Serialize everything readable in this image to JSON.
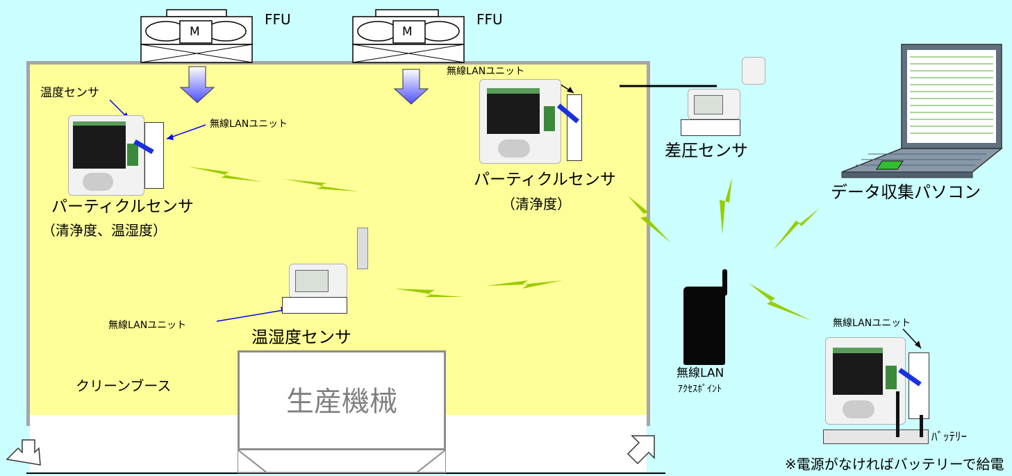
{
  "labels": {
    "ffu_1": "FFU",
    "ffu_2": "FFU",
    "motor_1": "M",
    "motor_2": "M",
    "temp_sensor": "温度センサ",
    "wlan_unit_left": "無線LANユニット",
    "particle_sensor_left": "パーティクルセンサ",
    "particle_sensor_left_note": "（清浄度、温湿度）",
    "wlan_unit_top": "無線LANユニット",
    "particle_sensor_right": "パーティクルセンサ",
    "particle_sensor_right_note": "（清浄度）",
    "diff_pressure_sensor": "差圧センサ",
    "data_pc": "データ収集パソコン",
    "wlan_unit_thermo": "無線LANユニット",
    "thermo_hygro_sensor": "温湿度センサ",
    "clean_booth": "クリーンブース",
    "machine": "生産機械",
    "access_point_1": "無線LAN",
    "access_point_2": "ｱｸｾｽﾎﾟｲﾝﾄ",
    "wlan_unit_battery": "無線LANユニット",
    "battery": "ﾊﾞｯﾃﾘｰ",
    "power_note": "※電源がなければバッテリーで給電"
  },
  "colors": {
    "background": "#ccffff",
    "booth": "#ffff99",
    "booth_frame": "#a6a6a6",
    "wireless_signal": "#99cc00",
    "airflow_arrow": "#4d4dff",
    "pointer_line": "#0000ff",
    "machine_text": "#808080"
  },
  "icons": [
    "fan-filter-unit-icon",
    "motor-icon",
    "airflow-arrow-icon",
    "wireless-signal-icon",
    "laptop-icon",
    "access-point-icon",
    "exhaust-arrow-icon"
  ]
}
